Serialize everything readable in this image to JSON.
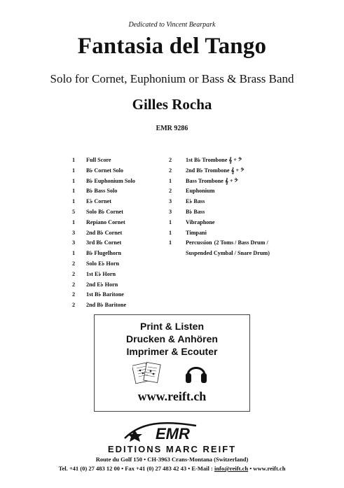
{
  "header": {
    "dedication": "Dedicated to Vincent Bearpark",
    "title": "Fantasia del Tango",
    "subtitle": "Solo for Cornet, Euphonium or Bass & Brass Band",
    "composer": "Gilles Rocha",
    "catalog": "EMR 9286"
  },
  "instrumentation_left": [
    {
      "qty": "1",
      "part": "Full Score"
    },
    {
      "qty": "1",
      "part": "B♭ Cornet Solo"
    },
    {
      "qty": "1",
      "part": "B♭ Euphonium Solo"
    },
    {
      "qty": "1",
      "part": "B♭ Bass Solo"
    },
    {
      "qty": "1",
      "part": "E♭ Cornet"
    },
    {
      "qty": "5",
      "part": "Solo B♭ Cornet"
    },
    {
      "qty": "1",
      "part": "Repiano Cornet"
    },
    {
      "qty": "3",
      "part": "2nd B♭ Cornet"
    },
    {
      "qty": "3",
      "part": "3rd B♭ Cornet"
    },
    {
      "qty": "1",
      "part": "B♭ Flugelhorn"
    },
    {
      "qty": "2",
      "part": "Solo E♭ Horn"
    },
    {
      "qty": "2",
      "part": "1st E♭ Horn"
    },
    {
      "qty": "2",
      "part": "2nd E♭ Horn"
    },
    {
      "qty": "2",
      "part": "1st B♭ Baritone"
    },
    {
      "qty": "2",
      "part": "2nd B♭ Baritone"
    }
  ],
  "instrumentation_right": [
    {
      "qty": "2",
      "part": "1st B♭ Trombone 𝄞 + 𝄢"
    },
    {
      "qty": "2",
      "part": "2nd B♭ Trombone 𝄞 + 𝄢"
    },
    {
      "qty": "1",
      "part": "Bass Trombone 𝄞 + 𝄢"
    },
    {
      "qty": "2",
      "part": "Euphonium"
    },
    {
      "qty": "3",
      "part": "E♭ Bass"
    },
    {
      "qty": "3",
      "part": "B♭ Bass"
    },
    {
      "qty": "1",
      "part": "Vibraphone"
    },
    {
      "qty": "1",
      "part": "Timpani"
    },
    {
      "qty": "1",
      "part": "Percussion",
      "note": "(2 Toms / Bass Drum /"
    },
    {
      "qty": "",
      "part": "",
      "note": "Suspended Cymbal / Snare Drum)"
    }
  ],
  "promo": {
    "line1": "Print & Listen",
    "line2": "Drucken & Anhören",
    "line3": "Imprimer & Ecouter",
    "url": "www.reift.ch",
    "icons": [
      "sheet-music-icon",
      "headphones-icon"
    ]
  },
  "footer": {
    "logo_text": "EMR",
    "brand": "EDITIONS MARC REIFT",
    "address": "Route du Golf 150 • CH-3963 Crans-Montana (Switzerland)",
    "contact_prefix": "Tel. +41 (0) 27 483 12 00 • Fax +41 (0) 27 483 42 43 • E-Mail : ",
    "email": "info@reift.ch",
    "contact_suffix": " • www.reift.ch"
  },
  "colors": {
    "text": "#111111",
    "box_border": "#444444"
  }
}
